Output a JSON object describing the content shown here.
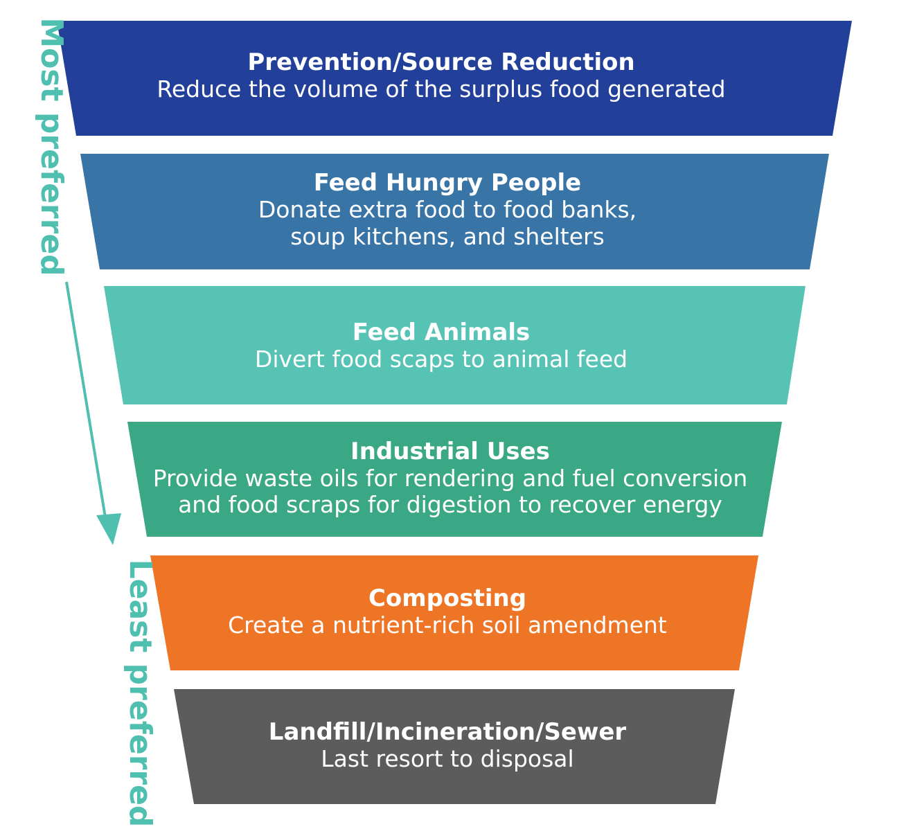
{
  "arrow_color": "#4fbfb0",
  "side_labels": {
    "top": "Most preferred",
    "bottom": "Least preferred"
  },
  "tiers": [
    {
      "title": "Prevention/Source Reduction",
      "description": [
        "Reduce the volume of the surplus food generated"
      ],
      "color": "#223f9a"
    },
    {
      "title": "Feed Hungry People",
      "description": [
        "Donate extra food to food banks,",
        "soup kitchens, and shelters"
      ],
      "color": "#3874a6"
    },
    {
      "title": "Feed Animals",
      "description": [
        "Divert food scaps to animal feed"
      ],
      "color": "#57c3b4"
    },
    {
      "title": "Industrial Uses",
      "description": [
        "Provide waste oils for rendering and fuel conversion",
        "and food scraps for digestion to recover energy"
      ],
      "color": "#3aa785"
    },
    {
      "title": "Composting",
      "description": [
        "Create a nutrient-rich soil amendment"
      ],
      "color": "#ee7525"
    },
    {
      "title": "Landfill/Incineration/Sewer",
      "description": [
        "Last resort to disposal"
      ],
      "color": "#5b5c5b"
    }
  ]
}
